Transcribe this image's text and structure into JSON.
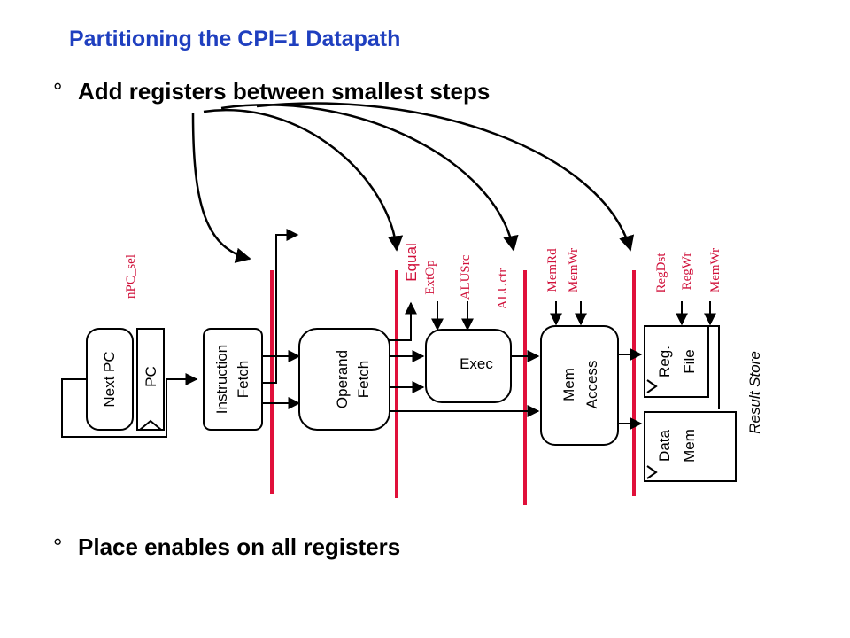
{
  "title": "Partitioning the CPI=1 Datapath",
  "bullets": {
    "mark": "°",
    "first": "Add registers between smallest steps",
    "second": "Place enables on all registers"
  },
  "blocks": {
    "next_pc": "Next PC",
    "pc": "PC",
    "instruction_fetch": [
      "Instruction",
      "Fetch"
    ],
    "operand_fetch": [
      "Operand",
      "Fetch"
    ],
    "exec": "Exec",
    "mem_access": [
      "Mem",
      "Access"
    ],
    "reg_file": [
      "Reg.",
      "File"
    ],
    "data_mem": [
      "Data",
      "Mem"
    ],
    "result_store": "Result Store"
  },
  "signals": {
    "npc_sel": "nPC_sel",
    "equal": "Equal",
    "extop": "ExtOp",
    "alusrc": "ALUSrc",
    "aluctr": "ALUctr",
    "memrd": "MemRd",
    "memwr_mem": "MemWr",
    "regdst": "RegDst",
    "regwr": "RegWr",
    "memwr_store": "MemWr"
  },
  "colors": {
    "title": "#1f3fbf",
    "pipeline_register": "#e0103a",
    "signal_text": "#d0103a"
  }
}
